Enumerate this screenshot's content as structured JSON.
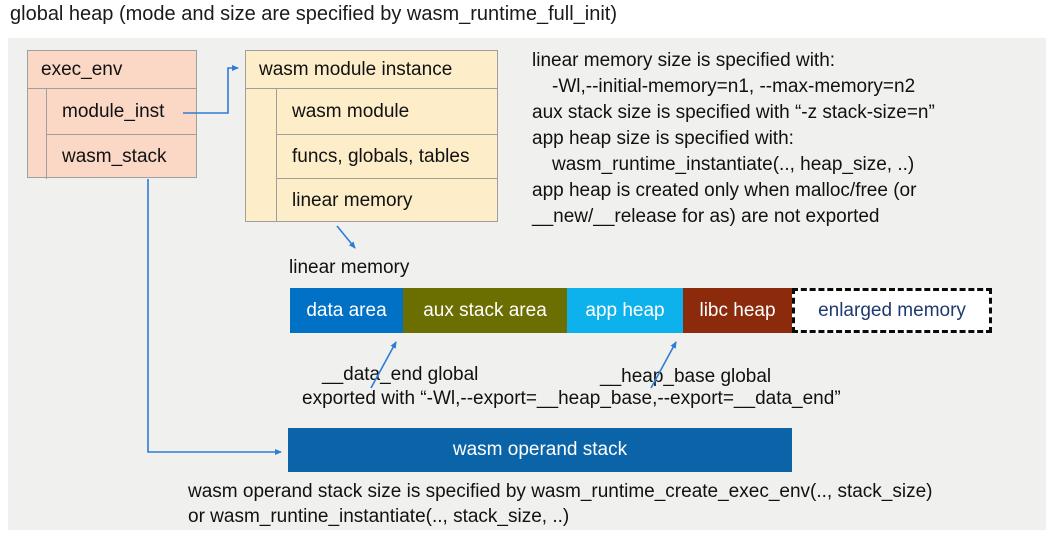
{
  "title": "global heap (mode and size are specified by wasm_runtime_full_init)",
  "exec_env": {
    "header": "exec_env",
    "rows": [
      "module_inst",
      "wasm_stack"
    ]
  },
  "module_instance": {
    "header": "wasm module instance",
    "rows": [
      "wasm module",
      "funcs, globals, tables",
      "linear memory"
    ]
  },
  "info": {
    "lines": [
      "linear memory size is specified with:",
      "-Wl,--initial-memory=n1, --max-memory=n2",
      "aux stack size is specified with “-z stack-size=n”",
      "app heap size is specified with:",
      "wasm_runtime_instantiate(.., heap_size, ..)",
      "app heap is created only when malloc/free (or",
      "__new/__release for as) are not exported"
    ]
  },
  "linear_memory": {
    "label": "linear memory",
    "segments": [
      {
        "label": "data area",
        "color": "#0071c5"
      },
      {
        "label": "aux stack area",
        "color": "#6b6e00"
      },
      {
        "label": "app heap",
        "color": "#0db2ec"
      },
      {
        "label": "libc heap",
        "color": "#8b2b0b"
      },
      {
        "label": "enlarged memory",
        "color": "#ffffff",
        "text_color": "#1e3a6e",
        "border": "dashed"
      }
    ]
  },
  "annotations": {
    "data_end": "__data_end global",
    "heap_base": "__heap_base global",
    "exported": "exported with “-Wl,--export=__heap_base,--export=__data_end”"
  },
  "operand_stack": {
    "label": "wasm operand stack",
    "color": "#0b64a8"
  },
  "bottom_text": {
    "line1": "wasm operand stack size is specified by wasm_runtime_create_exec_env(.., stack_size)",
    "line2": "or wasm_runtine_instantiate(.., stack_size, ..)"
  },
  "colors": {
    "panel_bg": "#f0f0ee",
    "exec_env_fill": "#fbd8c6",
    "instance_fill": "#fdeec9",
    "box_border": "#9f9f9f",
    "arrow_blue": "#2e7cd6",
    "enlarged_text": "#1e3a6e"
  }
}
